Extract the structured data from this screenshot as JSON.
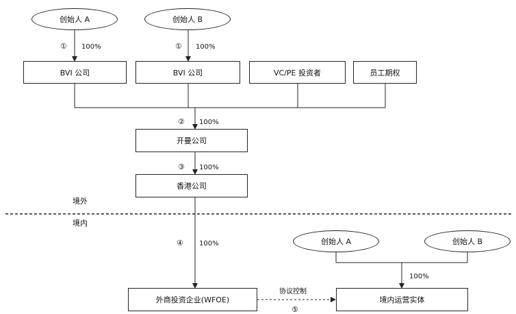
{
  "founders_offshore": {
    "a": "创始人 A",
    "b": "创始人 B"
  },
  "boxes_top": {
    "bvi_a": "BVI 公司",
    "bvi_b": "BVI 公司",
    "vcpe": "VC/PE 投资者",
    "esop": "员工期权"
  },
  "cayman": "开曼公司",
  "hongkong": "香港公司",
  "wfoe": "外商投资企业(WFOE)",
  "domestic_entity": "境内运营实体",
  "founders_domestic": {
    "a": "创始人 A",
    "b": "创始人 B"
  },
  "labels": {
    "step1_a": "①",
    "step1_b": "①",
    "step2": "②",
    "step3": "③",
    "step4": "④",
    "step5": "⑤",
    "pct_a": "100%",
    "pct_b": "100%",
    "pct_cayman": "100%",
    "pct_hk": "100%",
    "pct_wfoe": "100%",
    "pct_domestic": "100%",
    "offshore": "境外",
    "onshore": "境内",
    "contract_control": "协议控制"
  }
}
